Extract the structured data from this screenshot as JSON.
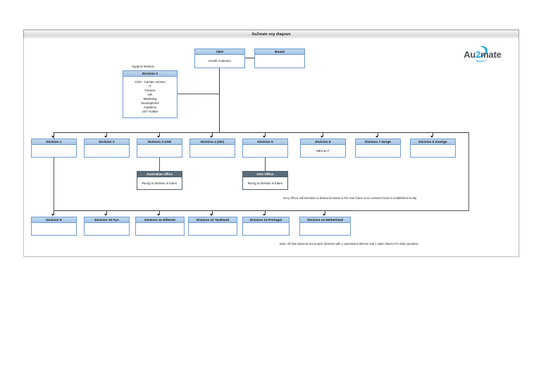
{
  "window": {
    "title": "Au2mate org diagram"
  },
  "brand": {
    "name": "Au2mate",
    "part_before": "Au",
    "part_digit": "2",
    "part_after": "mate",
    "accent_color": "#29abe2",
    "text_color": "#4d5358"
  },
  "colors": {
    "blue_header": "#b4cfea",
    "blue_border": "#6f9ad0",
    "grey_header": "#5b6b78",
    "grey_border": "#50606c",
    "connector": "#3a3a3a",
    "canvas_bg": "#ffffff"
  },
  "labels": {
    "support_division": "Support Division"
  },
  "nodes": {
    "ceo": {
      "header": "CEO",
      "body": "Henrik Andersen"
    },
    "board": {
      "header": "Board",
      "body": ""
    },
    "division0": {
      "header": "Division 0",
      "lines": [
        "COO - Carsten Jensen",
        "IT",
        "Finance",
        "HR",
        "Marketing",
        "Development",
        "Academy",
        "24/7 Hotline"
      ]
    }
  },
  "divisions_row1": [
    {
      "header": "Division 1",
      "body": ""
    },
    {
      "header": "Division 2",
      "body": ""
    },
    {
      "header": "Division 3 UAE",
      "body": ""
    },
    {
      "header": "Division 4 (UK)",
      "body": ""
    },
    {
      "header": "Division 5",
      "body": ""
    },
    {
      "header": "Division 6",
      "body": "MES & IT"
    },
    {
      "header": "Division 7 Norge",
      "body": ""
    },
    {
      "header": "Division 8 Sverige",
      "body": ""
    }
  ],
  "offices": [
    {
      "header": "Australian office",
      "body": "Reorg to Division in future"
    },
    {
      "header": "USA Office",
      "body": "Reorg to Division in future"
    }
  ],
  "divisions_row2": [
    {
      "header": "Division 9",
      "body": ""
    },
    {
      "header": "Division 10 Fyn",
      "body": ""
    },
    {
      "header": "Division 11 Hillerød",
      "body": ""
    },
    {
      "header": "Division 12 Tyskland",
      "body": ""
    },
    {
      "header": "Division 13 Portugal",
      "body": ""
    },
    {
      "header": "Division 14 Netherland",
      "body": ""
    }
  ],
  "notes": {
    "grey_offices": "Grey offices will transition to divisional status in the near future once customer base is established locally",
    "blue_divisions": "Note: All blue divisions are project divisions with 1 operational director  and 1 sales director for daily operation"
  }
}
